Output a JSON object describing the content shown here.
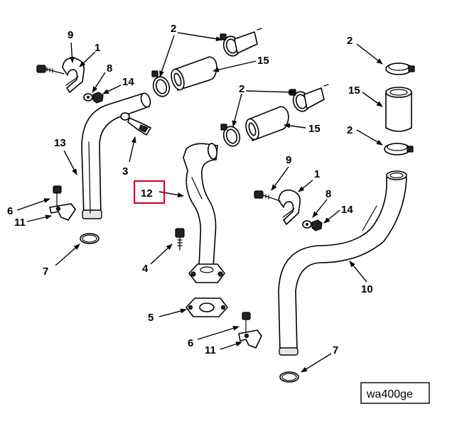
{
  "figure_id": "wa400ge",
  "highlight_color": "#d0021b",
  "highlighted_callout": "12",
  "callouts": {
    "c1a": "1",
    "c1b": "1",
    "c2a": "2",
    "c2b": "2",
    "c2c": "2",
    "c2d": "2",
    "c3": "3",
    "c4": "4",
    "c5": "5",
    "c6a": "6",
    "c6b": "6",
    "c7a": "7",
    "c7b": "7",
    "c8a": "8",
    "c8b": "8",
    "c9a": "9",
    "c9b": "9",
    "c10": "10",
    "c11a": "11",
    "c11b": "11",
    "c12": "12",
    "c13": "13",
    "c14a": "14",
    "c14b": "14",
    "c15a": "15",
    "c15b": "15",
    "c15c": "15"
  }
}
